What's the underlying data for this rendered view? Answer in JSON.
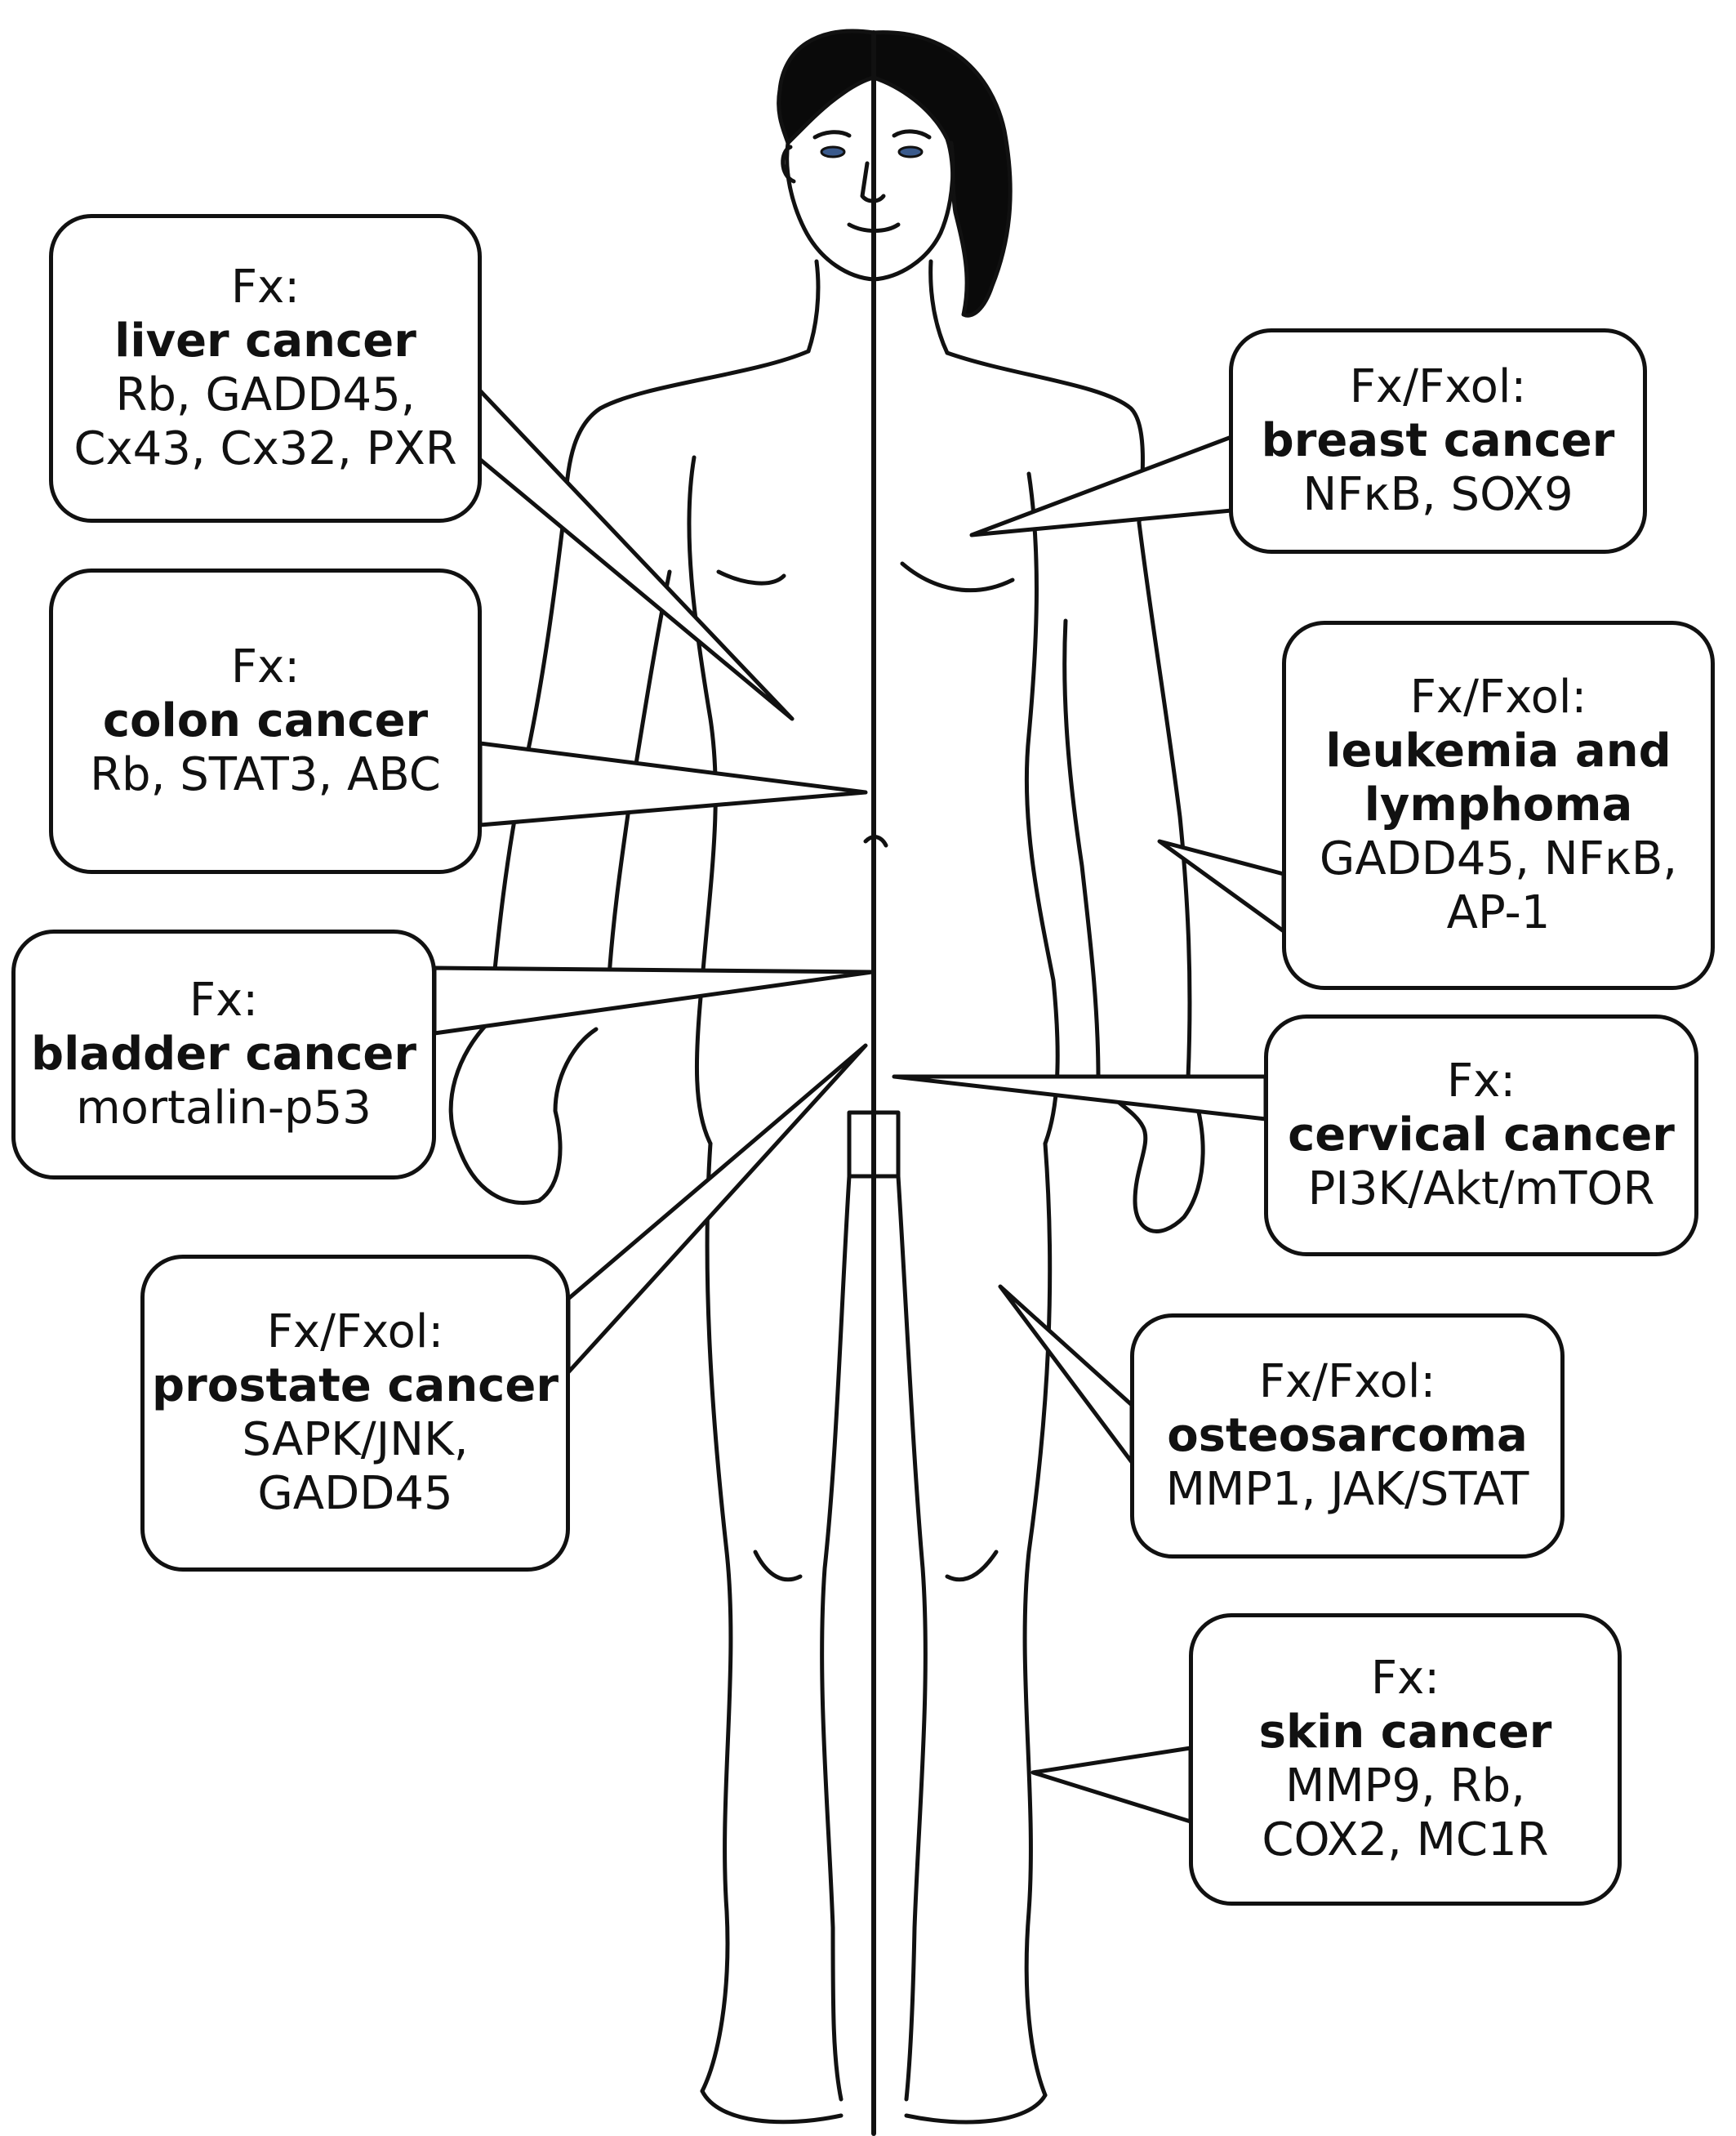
{
  "callouts": [
    {
      "id": "liver",
      "agent": "Fx:",
      "cancer": "liver cancer",
      "targets": [
        "Rb, GADD45,",
        "Cx43, Cx32, PXR"
      ]
    },
    {
      "id": "colon",
      "agent": "Fx:",
      "cancer": "colon cancer",
      "targets": [
        "Rb, STAT3, ABC"
      ]
    },
    {
      "id": "bladder",
      "agent": "Fx:",
      "cancer": "bladder cancer",
      "targets": [
        "mortalin-p53"
      ]
    },
    {
      "id": "prostate",
      "agent": "Fx/Fxol:",
      "cancer": "prostate cancer",
      "targets": [
        "SAPK/JNK,",
        "GADD45"
      ]
    },
    {
      "id": "breast",
      "agent": "Fx/Fxol:",
      "cancer": "breast cancer",
      "targets": [
        "NFκB, SOX9"
      ]
    },
    {
      "id": "leukemia",
      "agent": "Fx/Fxol:",
      "cancer": "leukemia and lymphoma",
      "cancer_lines": [
        "leukemia and",
        "lymphoma"
      ],
      "targets": [
        "GADD45, NFκB,",
        "AP-1"
      ]
    },
    {
      "id": "cervical",
      "agent": "Fx:",
      "cancer": "cervical cancer",
      "targets": [
        "PI3K/Akt/mTOR"
      ]
    },
    {
      "id": "osteo",
      "agent": "Fx/Fxol:",
      "cancer": "osteosarcoma",
      "targets": [
        "MMP1, JAK/STAT"
      ]
    },
    {
      "id": "skin",
      "agent": "Fx:",
      "cancer": "skin cancer",
      "targets": [
        "MMP9, Rb,",
        "COX2, MC1R"
      ]
    }
  ],
  "colors": {
    "stroke": "#111111",
    "hair": "#0a0a0a",
    "eye": "#3a5a8c",
    "background": "#ffffff"
  }
}
